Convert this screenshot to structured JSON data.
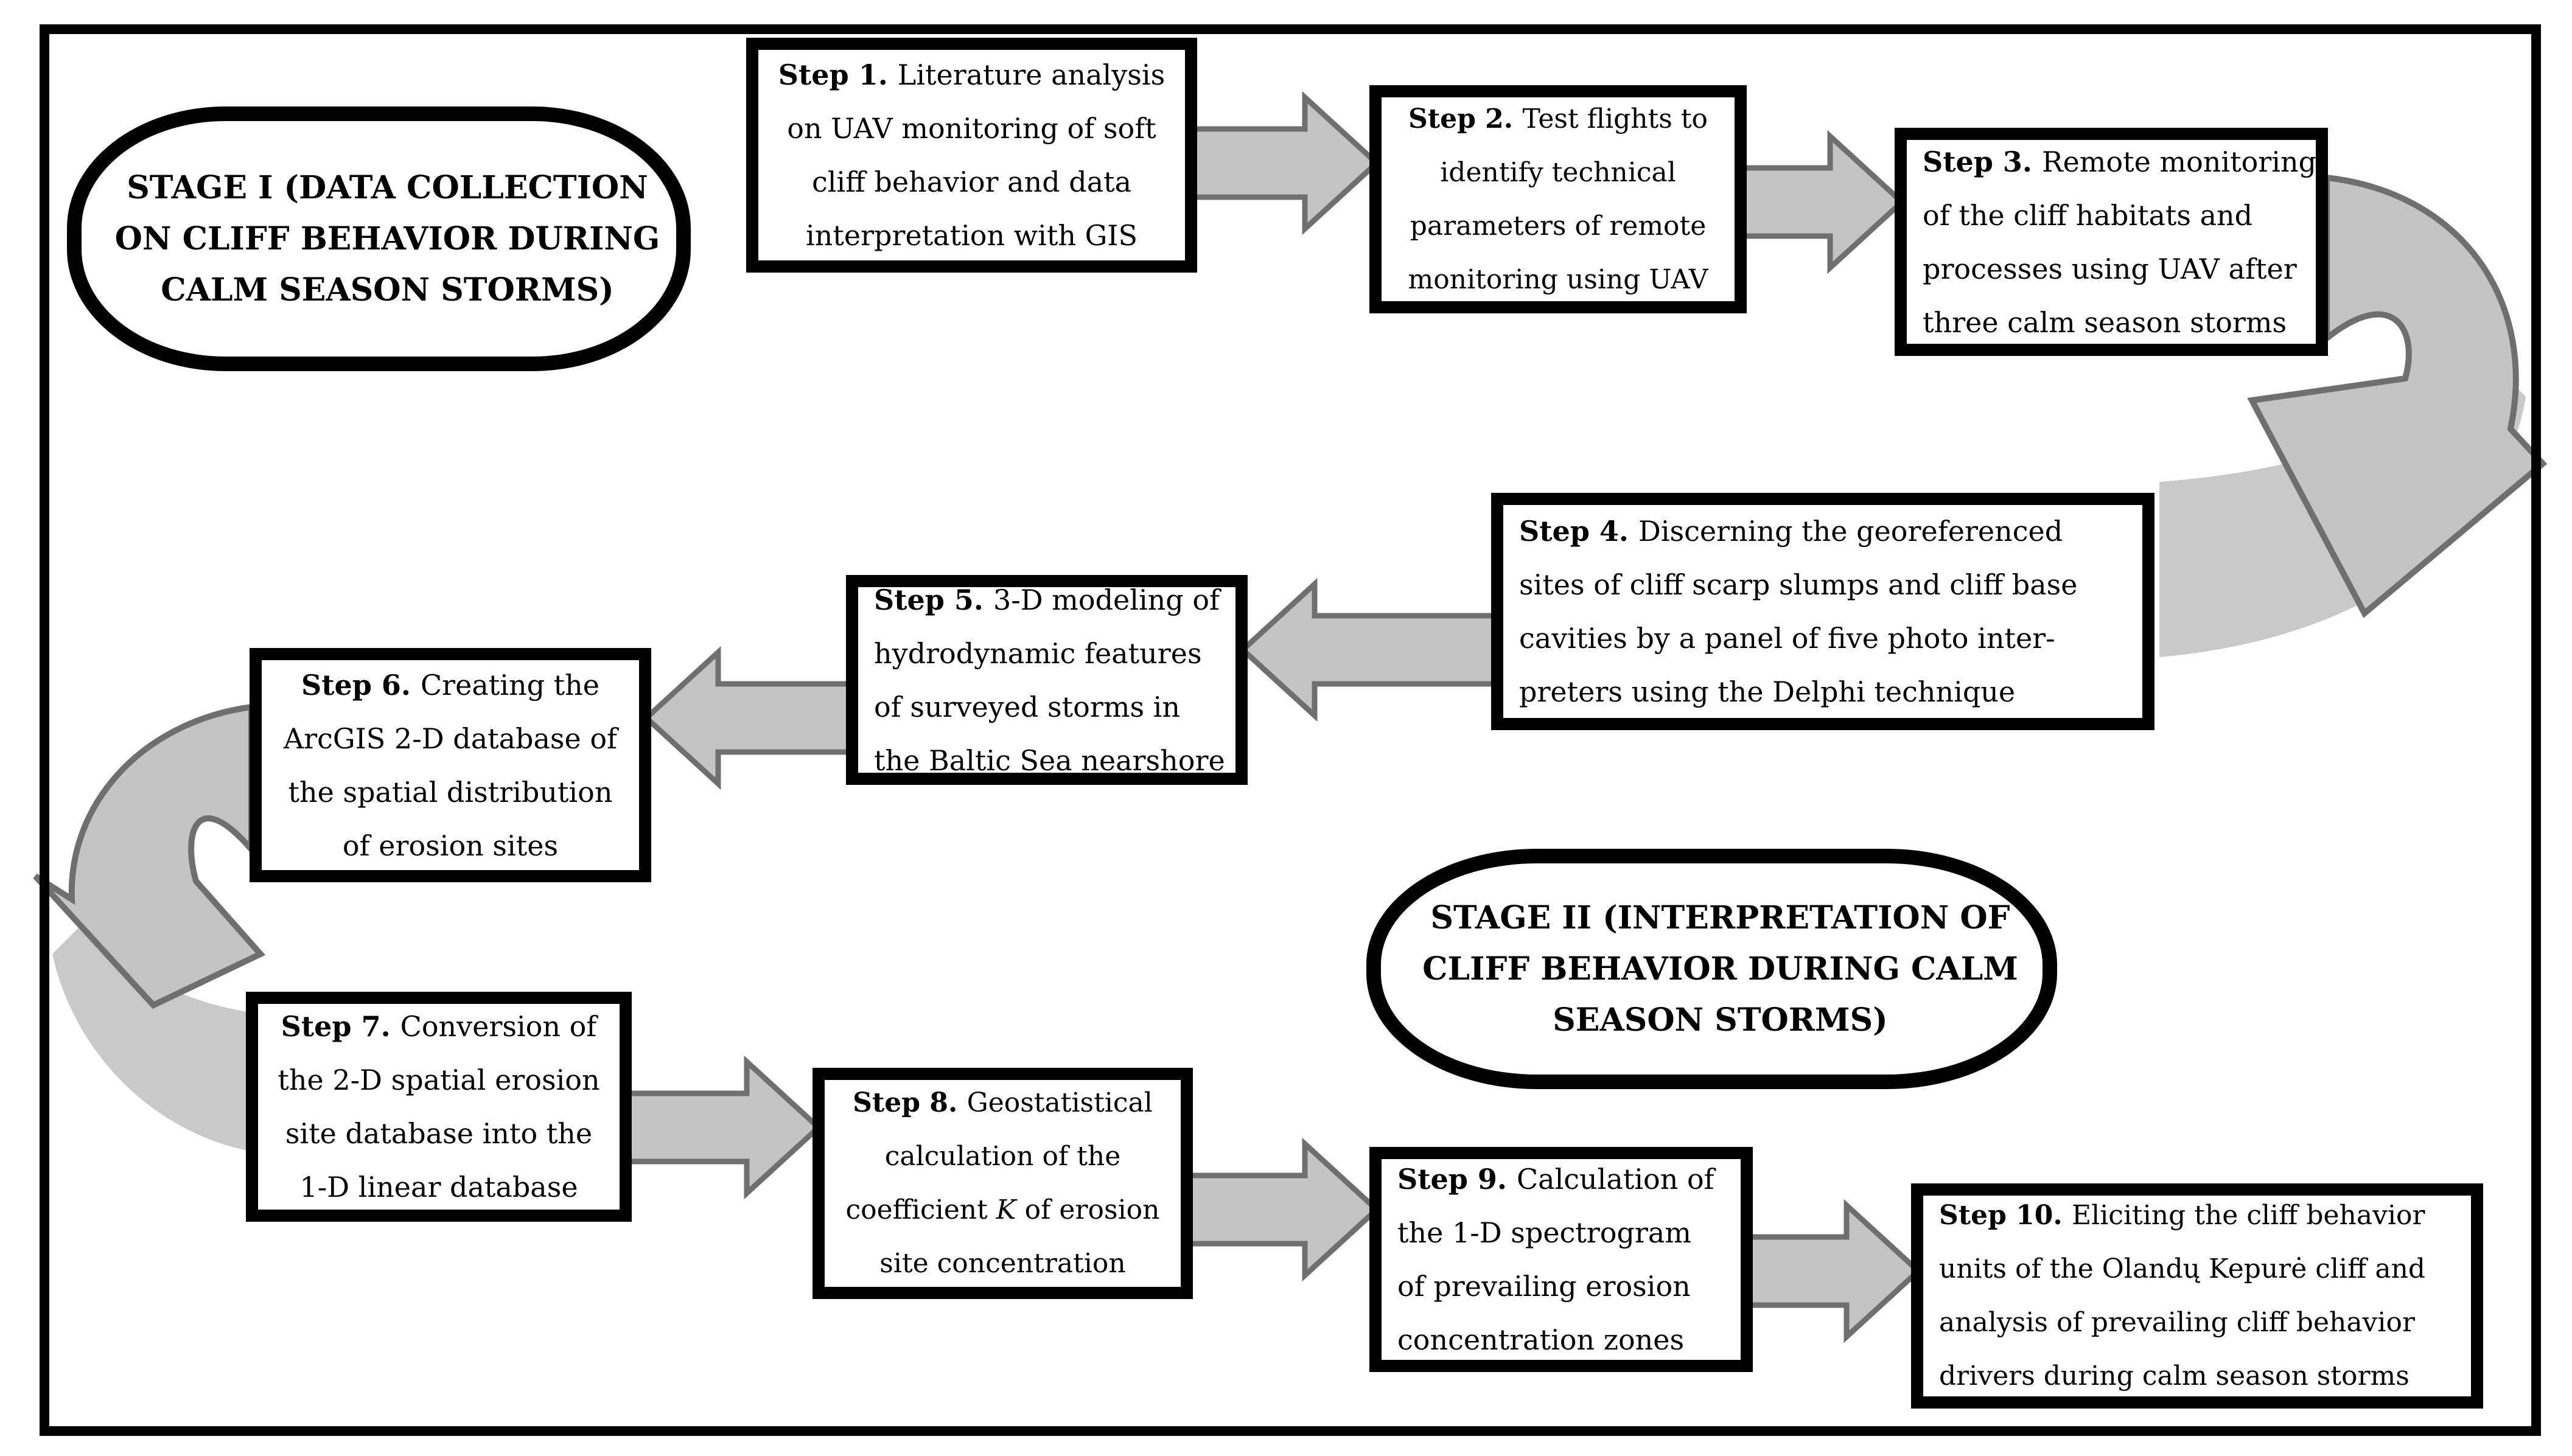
{
  "figure": {
    "description": "Two-stage research workflow flowchart with ten step boxes connected by gray block arrows",
    "colors": {
      "background": "#ffffff",
      "box_border": "#000000",
      "text": "#000000",
      "arrow_fill": "#c4c4c4",
      "arrow_outline": "#6f6f6f"
    },
    "stages": [
      {
        "id": "stage-1",
        "lines": [
          "STAGE I (DATA COLLECTION",
          "ON CLIFF BEHAVIOR DURING",
          "CALM SEASON STORMS)"
        ]
      },
      {
        "id": "stage-2",
        "lines": [
          "STAGE II (INTERPRETATION OF",
          "CLIFF BEHAVIOR DURING CALM",
          "SEASON STORMS)"
        ]
      }
    ],
    "steps": [
      {
        "title": "Step 1.",
        "lines": [
          "Literature analysis",
          "on UAV monitoring of soft",
          "cliff behavior and data",
          "interpretation with GIS"
        ],
        "align": "center"
      },
      {
        "title": "Step 2.",
        "lines": [
          "Test flights to",
          "identify technical",
          "parameters of remote",
          "monitoring using UAV"
        ],
        "align": "center"
      },
      {
        "title": "Step 3.",
        "lines": [
          "Remote monitoring",
          "of the cliff habitats and",
          "processes using UAV after",
          "three calm season storms"
        ],
        "align": "left"
      },
      {
        "title": "Step 4.",
        "lines": [
          "Discerning the georeferenced",
          "sites of cliff scarp slumps and cliff base",
          "cavities by a panel of five photo inter-",
          "preters using the Delphi technique"
        ],
        "align": "left"
      },
      {
        "title": "Step 5.",
        "lines": [
          "3-D modeling of",
          "hydrodynamic features",
          "of surveyed storms in",
          "the Baltic Sea nearshore"
        ],
        "align": "left"
      },
      {
        "title": "Step 6.",
        "lines": [
          "Creating the",
          "ArcGIS 2-D database of",
          "the spatial distribution",
          "of erosion sites"
        ],
        "align": "center"
      },
      {
        "title": "Step 7.",
        "lines": [
          "Conversion of",
          "the 2-D spatial erosion",
          "site database into the",
          "1-D linear database"
        ],
        "align": "center"
      },
      {
        "title": "Step 8.",
        "lines": [
          "Geostatistical",
          "calculation of the",
          "coefficient *K* of erosion",
          "site concentration"
        ],
        "align": "center"
      },
      {
        "title": "Step 9.",
        "lines": [
          "Calculation of",
          "the 1-D spectrogram",
          "of prevailing erosion",
          "concentration zones"
        ],
        "align": "left"
      },
      {
        "title": "Step 10.",
        "lines": [
          "Eliciting the cliff behavior",
          "units of the Olandų Kepurė cliff and",
          "analysis of prevailing cliff behavior",
          "drivers during calm season storms"
        ],
        "align": "left"
      }
    ],
    "arrows": [
      {
        "name": "arrow-step1-to-step2",
        "type": "block",
        "direction": "right"
      },
      {
        "name": "arrow-step2-to-step3",
        "type": "block",
        "direction": "right"
      },
      {
        "name": "arrow-step3-to-step4",
        "type": "curved",
        "direction": "down-left"
      },
      {
        "name": "arrow-step4-to-step5",
        "type": "block",
        "direction": "left"
      },
      {
        "name": "arrow-step5-to-step6",
        "type": "block",
        "direction": "left"
      },
      {
        "name": "arrow-step6-to-step7",
        "type": "curved",
        "direction": "down-right"
      },
      {
        "name": "arrow-step7-to-step8",
        "type": "block",
        "direction": "right"
      },
      {
        "name": "arrow-step8-to-step9",
        "type": "block",
        "direction": "right"
      },
      {
        "name": "arrow-step9-to-step10",
        "type": "block",
        "direction": "right"
      }
    ]
  }
}
